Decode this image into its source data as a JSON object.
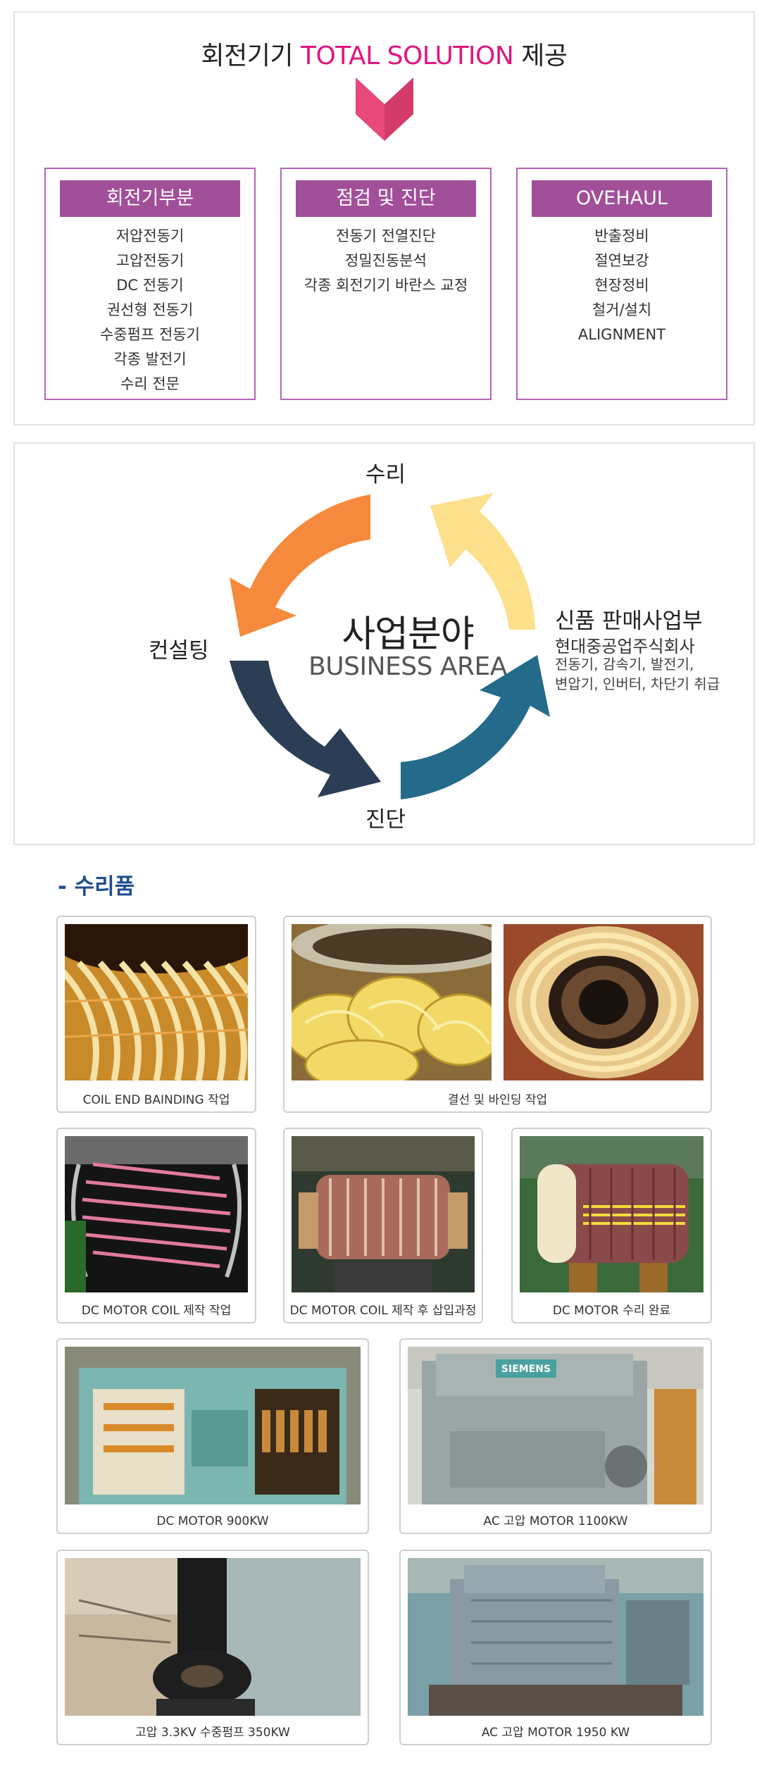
{
  "solution": {
    "headline_pre": "회전기기 ",
    "headline_hl": "TOTAL SOLUTION",
    "headline_post": " 제공",
    "boxes": [
      {
        "title": "회전기부분",
        "items": [
          "저압전동기",
          "고압전동기",
          "DC 전동기",
          "권선형 전동기",
          "수중펌프 전동기",
          "각종 발전기",
          "수리 전문"
        ]
      },
      {
        "title": "점검 및 진단",
        "items": [
          "전동기 전열진단",
          "정밀진동분석",
          "각종 회전기기 바란스 교정"
        ]
      },
      {
        "title": "OVEHAUL",
        "items": [
          "반출정비",
          "절연보강",
          "현장정비",
          "철거/설치",
          "ALIGNMENT"
        ]
      }
    ]
  },
  "business": {
    "top": "수리",
    "left": "컨설팅",
    "bottom": "진단",
    "center_kr": "사업분야",
    "center_en": "BUSINESS AREA",
    "new_title": "신품 판매사업부",
    "new_company": "현대중공업주식회사",
    "new_items_1": "전동기, 감속기, 발전기,",
    "new_items_2": "변압기, 인버터, 차단기 취급",
    "colors": {
      "orange": "#f58a3c",
      "yellow": "#fde08c",
      "navy": "#2c3e55",
      "blue": "#246a8a"
    }
  },
  "repair": {
    "title": "- 수리품",
    "captions": [
      "COIL END BAINDING 작업",
      "결선 및 바인딩 작업",
      "DC MOTOR COIL 제작 작업",
      "DC MOTOR COIL 제작 후 삽입과정",
      "DC MOTOR 수리 완료",
      "DC MOTOR 900KW",
      "AC 고압 MOTOR 1100KW",
      "고압 3.3KV 수중펌프 350KW",
      "AC 고압 MOTOR 1950 KW"
    ],
    "siemens_label": "SIEMENS"
  }
}
